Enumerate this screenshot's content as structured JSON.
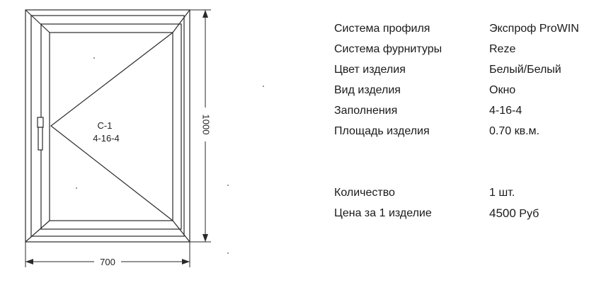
{
  "drawing": {
    "sash_label": "C-1",
    "glazing_label": "4-16-4",
    "width_dimension": "700",
    "height_dimension": "1000"
  },
  "specs": [
    {
      "label": "Система профиля",
      "value": "Экспроф ProWIN"
    },
    {
      "label": "Система фурнитуры",
      "value": "Reze"
    },
    {
      "label": "Цвет изделия",
      "value": "Белый/Белый"
    },
    {
      "label": "Вид изделия",
      "value": "Окно"
    },
    {
      "label": "Заполнения",
      "value": "4-16-4"
    },
    {
      "label": "Площадь изделия",
      "value": "0.70 кв.м."
    }
  ],
  "order": {
    "quantity_label": "Количество",
    "quantity_value": "1 шт.",
    "price_label": "Цена за 1 изделие",
    "price_amount": "4500",
    "price_currency": "Руб"
  }
}
